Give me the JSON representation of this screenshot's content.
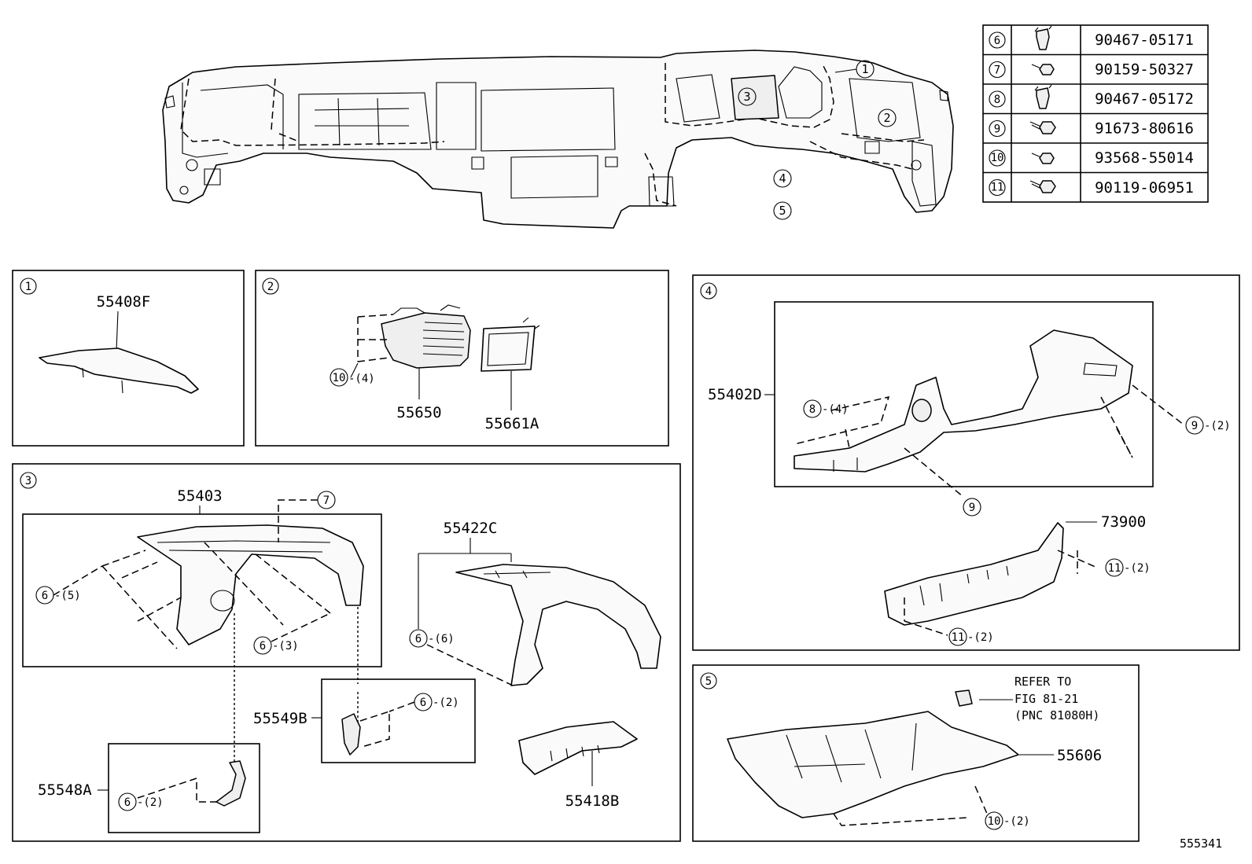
{
  "fastener_table": [
    {
      "index": "6",
      "icon": "clip-icon",
      "part_number": "90467-05171"
    },
    {
      "index": "7",
      "icon": "screw-icon",
      "part_number": "90159-50327"
    },
    {
      "index": "8",
      "icon": "clip-icon",
      "part_number": "90467-05172"
    },
    {
      "index": "9",
      "icon": "bolt-icon",
      "part_number": "91673-80616"
    },
    {
      "index": "10",
      "icon": "screw-icon",
      "part_number": "93568-55014"
    },
    {
      "index": "11",
      "icon": "bolt-icon",
      "part_number": "90119-06951"
    }
  ],
  "overview_callouts": [
    "1",
    "2",
    "3",
    "4",
    "5"
  ],
  "panels": {
    "p1": {
      "index": "1",
      "part": "55408F"
    },
    "p2": {
      "index": "2",
      "part_vent": "55650",
      "part_bezel": "55661A",
      "fastener_ref": "10",
      "fastener_qty": "-(4)"
    },
    "p3": {
      "index": "3",
      "part_main": "55403",
      "part_cover": "55422C",
      "part_b": "55549B",
      "part_a": "55548A",
      "part_strip": "55418B",
      "ref7": "7",
      "clip6_main": "6",
      "clip6_main_qty": "-(5)",
      "clip6_inner": "6",
      "clip6_inner_qty": "-(3)",
      "clip6_cover": "6",
      "clip6_cover_qty": "-(6)",
      "clip6_b": "6",
      "clip6_b_qty": "-(2)",
      "clip6_a": "6",
      "clip6_a_qty": "-(2)"
    },
    "p4": {
      "index": "4",
      "part_lower": "55402D",
      "part_support": "73900",
      "ref8": "8",
      "ref8_qty": "-(4)",
      "ref9_right": "9",
      "ref9_right_qty": "-(2)",
      "ref9_bottom": "9",
      "ref11_top": "11",
      "ref11_top_qty": "-(2)",
      "ref11_bottom": "11",
      "ref11_bottom_qty": "-(2)"
    },
    "p5": {
      "index": "5",
      "part_undercover": "55606",
      "refer_line1": "REFER TO",
      "refer_line2": "FIG 81-21",
      "refer_line3": "(PNC 81080H)",
      "ref10": "10",
      "ref10_qty": "-(2)"
    }
  },
  "figure_id": "555341"
}
